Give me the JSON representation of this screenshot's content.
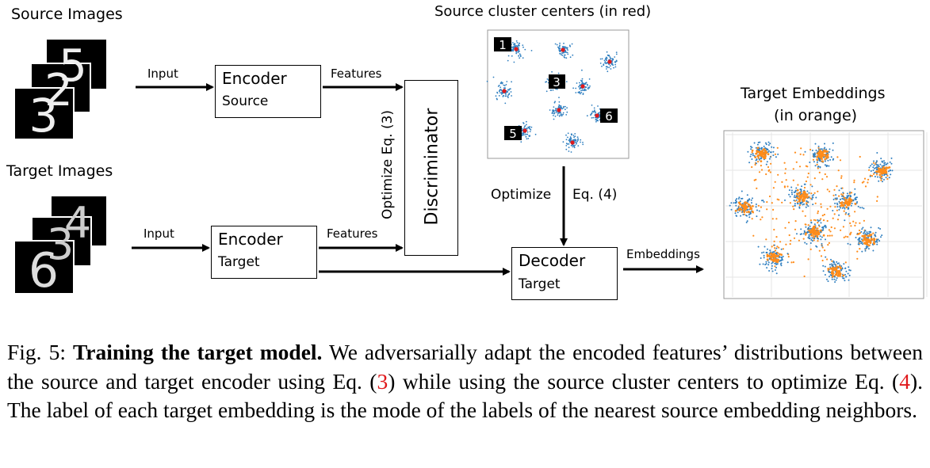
{
  "diagram": {
    "source_images_label": "Source Images",
    "target_images_label": "Target Images",
    "input_label_top": "Input",
    "input_label_bottom": "Input",
    "features_label_top": "Features",
    "features_label_bottom": "Features",
    "encoder_source": {
      "title": "Encoder",
      "subtitle": "Source"
    },
    "encoder_target": {
      "title": "Encoder",
      "subtitle": "Target"
    },
    "discriminator": "Discriminator",
    "optimize_eq3": "Optimize Eq. (3)",
    "source_clusters_title": "Source cluster centers (in red)",
    "optimize_label": "Optimize",
    "eq4_label": "Eq. (4)",
    "decoder_target": {
      "title": "Decoder",
      "subtitle": "Target"
    },
    "embeddings_label": "Embeddings",
    "target_embeddings_title_1": "Target Embeddings",
    "target_embeddings_title_2": "(in orange)",
    "source_digits": [
      "5",
      "2",
      "3"
    ],
    "target_digits": [
      "4",
      "3",
      "6"
    ],
    "cluster_digit_labels": [
      "1",
      "3",
      "6",
      "5"
    ]
  },
  "caption": {
    "prefix": "Fig. 5: ",
    "bold": "Training the target model.",
    "part1": " We adversarially adapt the encoded features’ distributions between the source and target encoder using Eq. (",
    "ref1": "3",
    "part2": ") while using the source cluster centers to optimize Eq. (",
    "ref2": "4",
    "part3": "). The label of each target embedding is the mode of the labels of the nearest source embedding neighbors."
  },
  "colors": {
    "scatter_blue": "#2f7fc0",
    "cluster_red": "#e0191c",
    "embedding_orange": "#ff8c1a",
    "reference_red": "#e0191c"
  }
}
